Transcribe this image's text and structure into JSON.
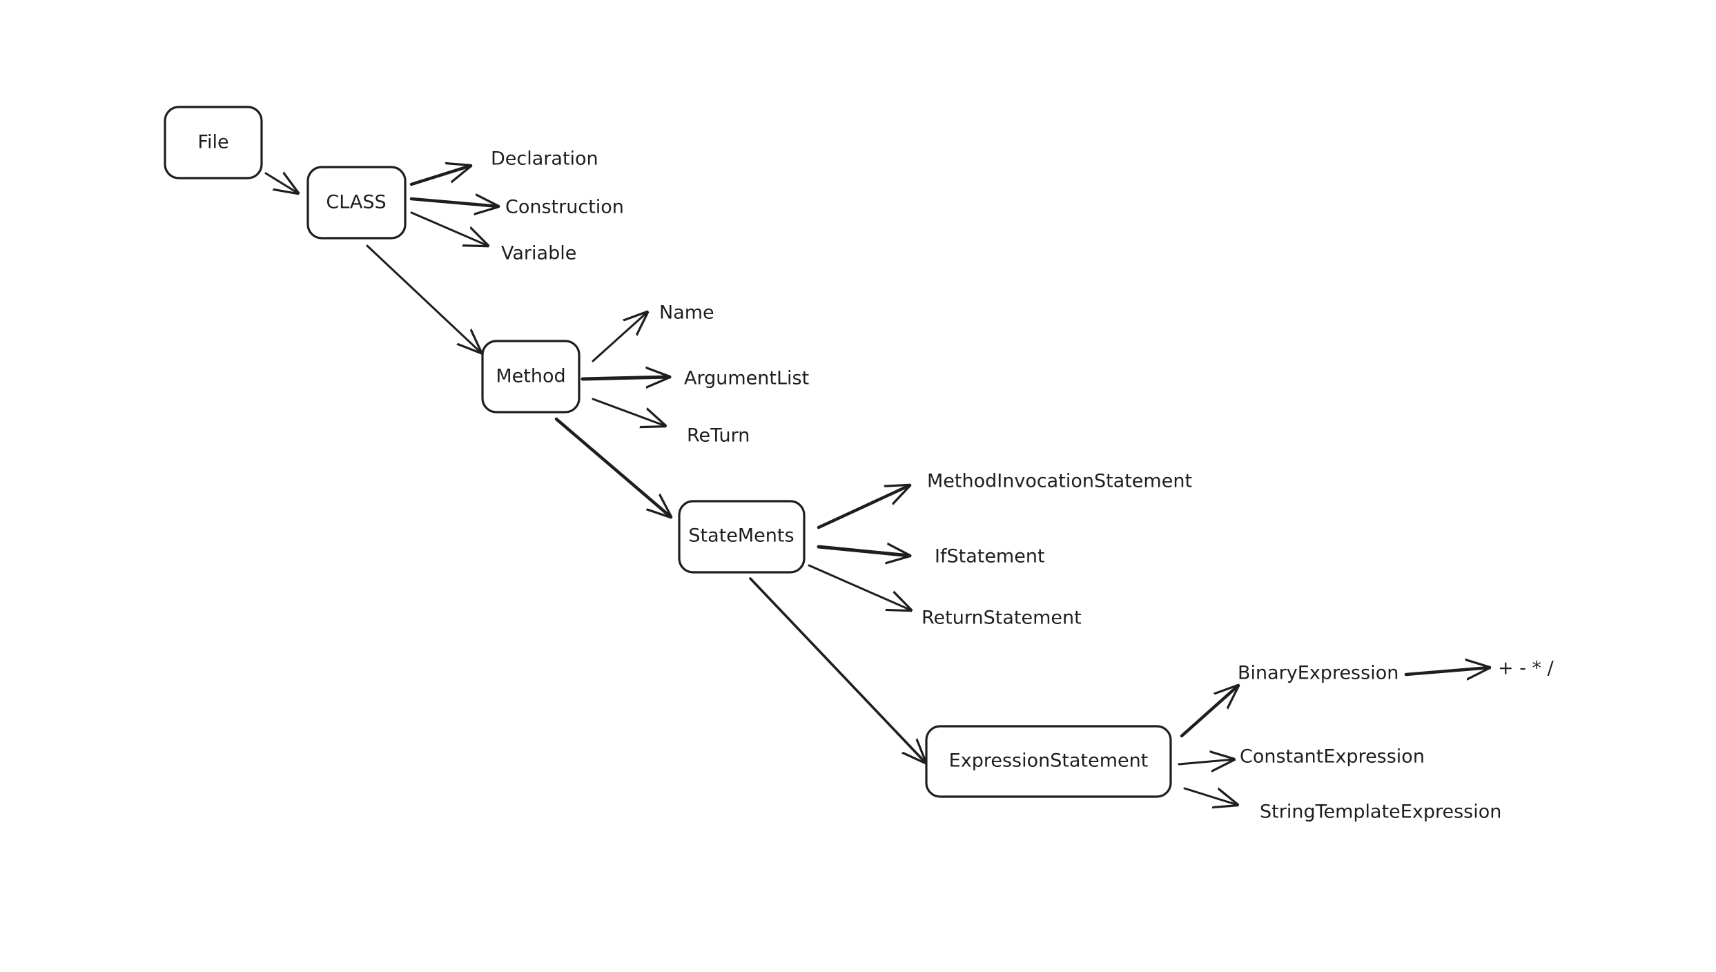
{
  "nodes": {
    "file": "File",
    "class": "CLASS",
    "method": "Method",
    "statements": "StateMents",
    "expression_statement": "ExpressionStatement"
  },
  "leaves": {
    "declaration": "Declaration",
    "construction": "Construction",
    "variable": "Variable",
    "name": "Name",
    "argument_list": "ArgumentList",
    "return": "ReTurn",
    "method_invocation_statement": "MethodInvocationStatement",
    "if_statement": "IfStatement",
    "return_statement": "ReturnStatement",
    "binary_expression": "BinaryExpression",
    "constant_expression": "ConstantExpression",
    "string_template_expression": "StringTemplateExpression",
    "operators": "+ - * /"
  },
  "colors": {
    "stroke": "#1e1e1e",
    "background": "#ffffff"
  }
}
